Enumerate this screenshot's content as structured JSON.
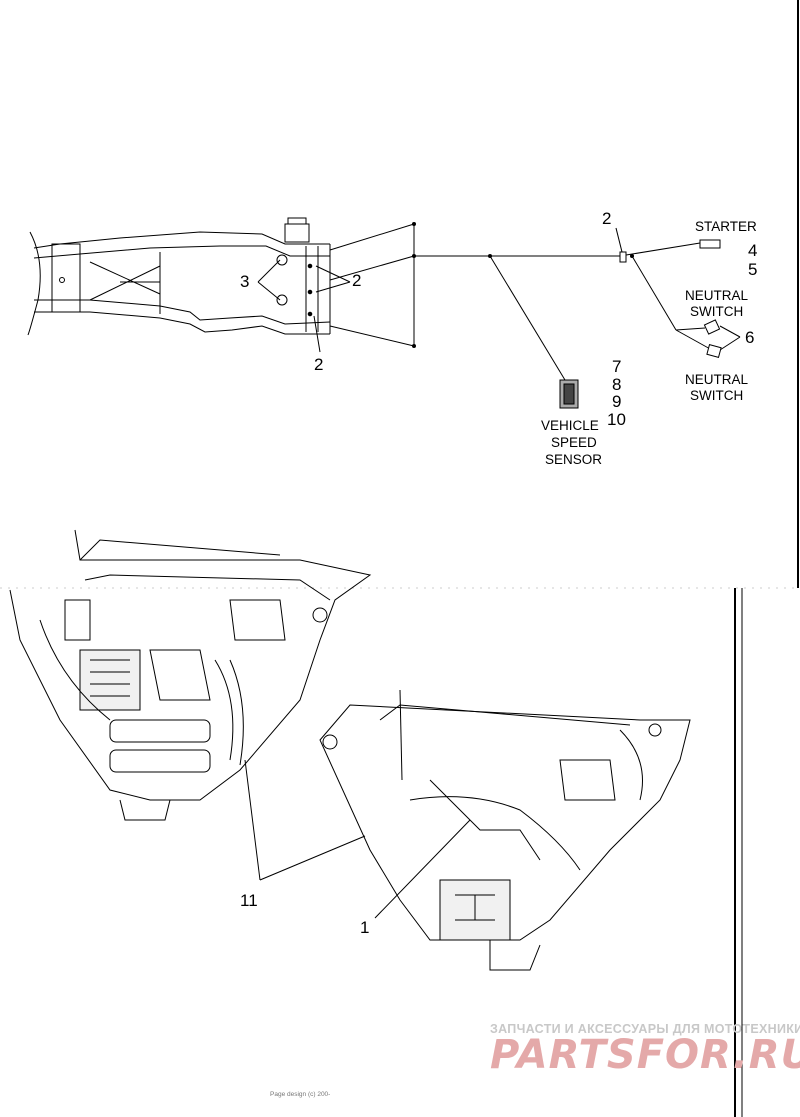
{
  "callouts": {
    "c2_top": "2",
    "c2_frame_right": "2",
    "c2_frame_bottom": "2",
    "c3": "3",
    "c4": "4",
    "c5": "5",
    "c6": "6",
    "c7": "7",
    "c8": "8",
    "c9": "9",
    "c10": "10",
    "c11": "11",
    "c1": "1"
  },
  "labels": {
    "starter": "STARTER",
    "neutral_switch_top_1": "NEUTRAL",
    "neutral_switch_top_2": "SWITCH",
    "neutral_switch_bottom_1": "NEUTRAL",
    "neutral_switch_bottom_2": "SWITCH",
    "vehicle_speed_sensor_1": "VEHICLE",
    "vehicle_speed_sensor_2": "SPEED",
    "vehicle_speed_sensor_3": "SENSOR"
  },
  "watermark": {
    "tagline": "ЗАПЧАСТИ И АКСЕССУАРЫ ДЛЯ МОТОТЕХНИКИ",
    "brand": "PARTSFOR.RU"
  },
  "footer": {
    "page_design": "Page design (c) 200-"
  },
  "colors": {
    "line": "#000000",
    "watermark_gray": "#c8c8c8",
    "watermark_red": "#e4a9a9"
  }
}
